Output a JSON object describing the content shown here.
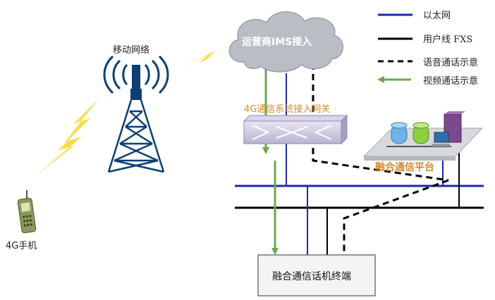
{
  "legend": {
    "items": [
      {
        "label": "以太网",
        "style": "solid",
        "color": "#1c2aa8"
      },
      {
        "label": "用户线 FXS",
        "style": "solid",
        "color": "#000000"
      },
      {
        "label": "语音通话示意",
        "style": "dashed",
        "color": "#000000"
      },
      {
        "label": "视频通话示意",
        "style": "arrow",
        "color": "#6aa84f"
      }
    ]
  },
  "nodes": {
    "cloud_label": "运营商IMS接入",
    "tower_label": "移动网络",
    "gateway_label": "4G通信系统接入网关",
    "platform_label": "融合通信平台",
    "phone_label": "4G手机",
    "terminal_label": "融合通信话机终端"
  },
  "colors": {
    "ethernet": "#1c2aa8",
    "fxs": "#000000",
    "video": "#6aa84f",
    "orange_label": "#d98a2b",
    "cloud": "#b9bec5",
    "lightning": "#f2d21f"
  }
}
